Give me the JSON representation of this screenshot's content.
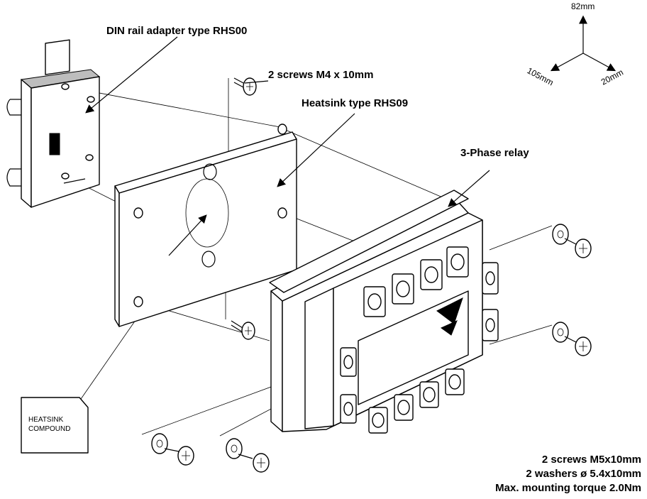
{
  "labels": {
    "din_adapter": "DIN rail adapter type RHS00",
    "screws_m4": "2 screws M4 x 10mm",
    "heatsink": "Heatsink type RHS09",
    "relay": "3-Phase relay",
    "compound_line1": "HEATSINK",
    "compound_line2": "COMPOUND",
    "spec_line1": "2 screws M5x10mm",
    "spec_line2": "2 washers ø 5.4x10mm",
    "spec_line3": "Max. mounting torque  2.0Nm"
  },
  "dimensions": {
    "height": "82mm",
    "depth": "105mm",
    "width": "20mm"
  }
}
